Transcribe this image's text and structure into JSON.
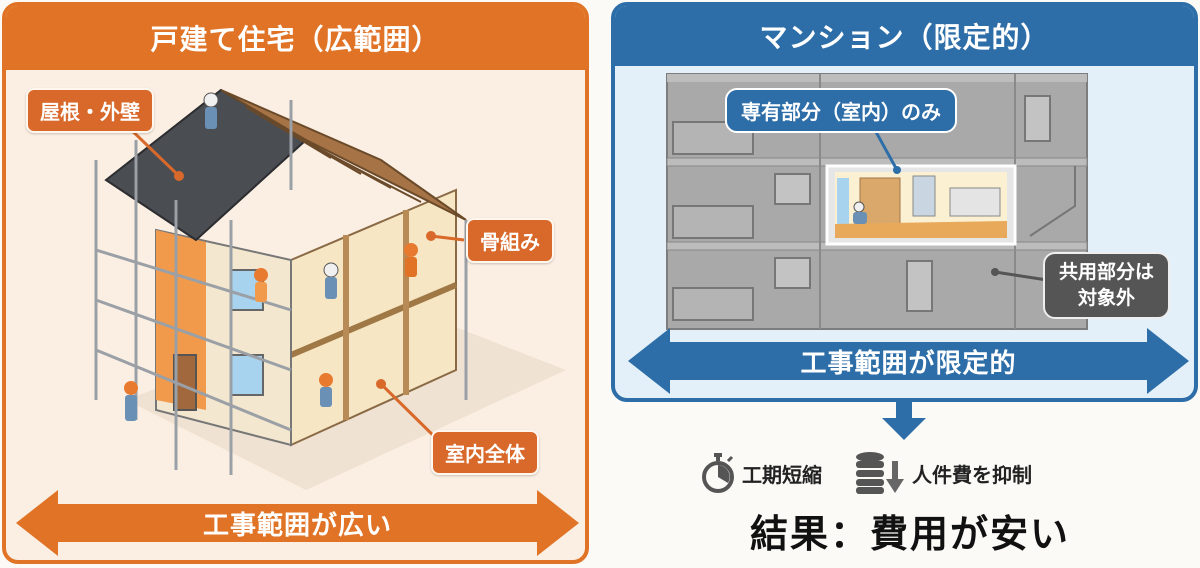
{
  "left_panel": {
    "title": "戸建て住宅（広範囲）",
    "callouts": {
      "roof_wall": "屋根・外壁",
      "frame": "骨組み",
      "interior": "室内全体"
    },
    "scope_arrow": "工事範囲が広い",
    "colors": {
      "accent": "#e07325",
      "background": "#fbefe3"
    }
  },
  "right_panel": {
    "title": "マンション（限定的）",
    "callouts": {
      "private_area": "専有部分（室内）のみ",
      "common_area_line1": "共用部分は",
      "common_area_line2": "対象外"
    },
    "scope_arrow": "工事範囲が限定的",
    "colors": {
      "accent": "#2d6ea8",
      "background": "#e3f0f9"
    }
  },
  "result": {
    "benefits": [
      {
        "icon": "stopwatch-icon",
        "label": "工期短縮"
      },
      {
        "icon": "coins-down-icon",
        "label": "人件費を抑制"
      }
    ],
    "conclusion": "結果：費用が安い"
  }
}
